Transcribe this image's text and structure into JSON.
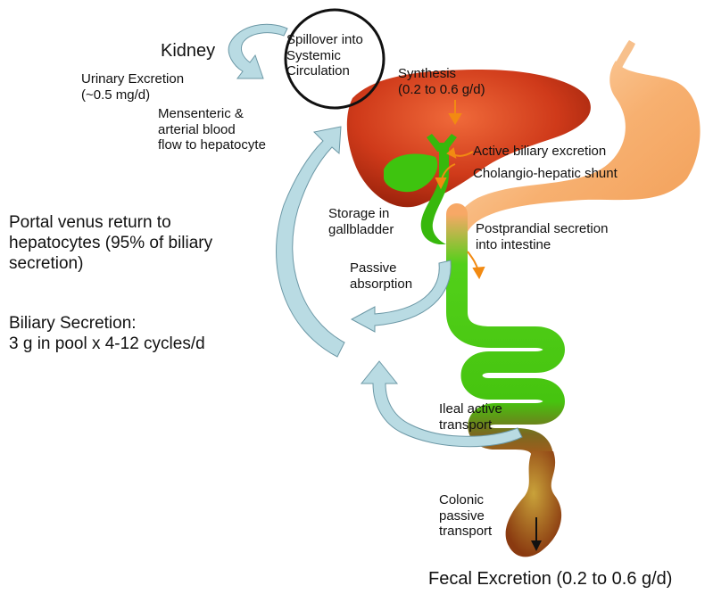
{
  "labels": {
    "kidney": "Kidney",
    "urinary": "Urinary Excretion\n(~0.5 mg/d)",
    "spillover": "Spillover into\nSystemic\nCirculation",
    "synthesis": "Synthesis\n(0.2 to 0.6 g/d)",
    "mesenteric": "Mensenteric &\narterial blood\nflow to hepatocyte",
    "active_biliary": "Active biliary excretion",
    "cholangio": "Cholangio-hepatic shunt",
    "portal": "Portal venus return to\nhepatocytes (95% of biliary\nsecretion)",
    "biliary_secretion": "Biliary Secretion:\n3 g in pool x 4-12 cycles/d",
    "storage": "Storage in\ngallbladder",
    "postprandial": "Postprandial secretion\n into intestine",
    "passive_absorption": "Passive\nabsorption",
    "ileal": "Ileal active\ntransport",
    "colonic": "Colonic\npassive\ntransport",
    "fecal": "Fecal Excretion (0.2 to 0.6 g/d)"
  },
  "colors": {
    "liver": "#c8361a",
    "intestine": "#4ccd14",
    "stomach": "#f7b070",
    "arrow": "#b9dbe3",
    "arrow_stroke": "#6c98a6",
    "small_arrow": "#f28a12"
  }
}
